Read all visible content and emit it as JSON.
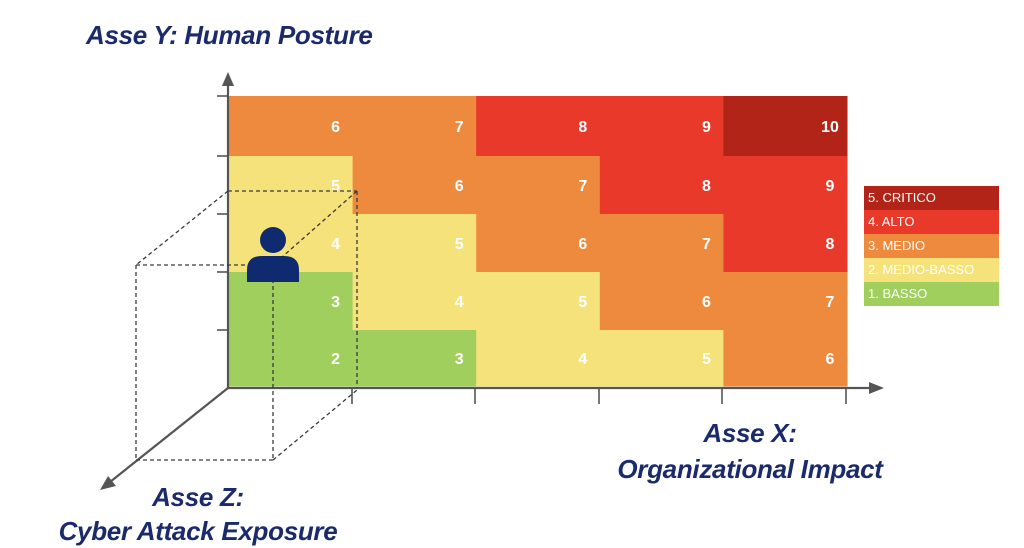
{
  "axes": {
    "y_title": "Asse Y: Human Posture",
    "x_title_line1": "Asse X:",
    "x_title_line2": "Organizational Impact",
    "z_title_line1": "Asse Z:",
    "z_title_line2": "Cyber Attack Exposure"
  },
  "colors": {
    "critico": "#b22418",
    "alto": "#e8392a",
    "medio": "#ee8a3e",
    "medio_basso": "#f6e27a",
    "basso": "#a0cf5e",
    "axis": "#555555",
    "title": "#1b2a6b",
    "icon": "#0f2a6e"
  },
  "grid": {
    "rows": [
      [
        6,
        7,
        8,
        9,
        10
      ],
      [
        5,
        6,
        7,
        8,
        9
      ],
      [
        4,
        5,
        6,
        7,
        8
      ],
      [
        3,
        4,
        5,
        6,
        7
      ],
      [
        2,
        3,
        4,
        5,
        6
      ]
    ],
    "half_cell_values": [
      [
        6,
        "medio"
      ],
      [
        7,
        "medio"
      ],
      [
        8,
        "alto"
      ],
      [
        9,
        "alto"
      ],
      [
        10,
        "critico"
      ]
    ]
  },
  "legend": [
    {
      "label": "5. CRITICO",
      "level": "critico"
    },
    {
      "label": "4. ALTO",
      "level": "alto"
    },
    {
      "label": "3. MEDIO",
      "level": "medio"
    },
    {
      "label": "2. MEDIO-BASSO",
      "level": "medio_basso"
    },
    {
      "label": "1. BASSO",
      "level": "basso"
    }
  ],
  "icons": {
    "person": "person-icon"
  }
}
